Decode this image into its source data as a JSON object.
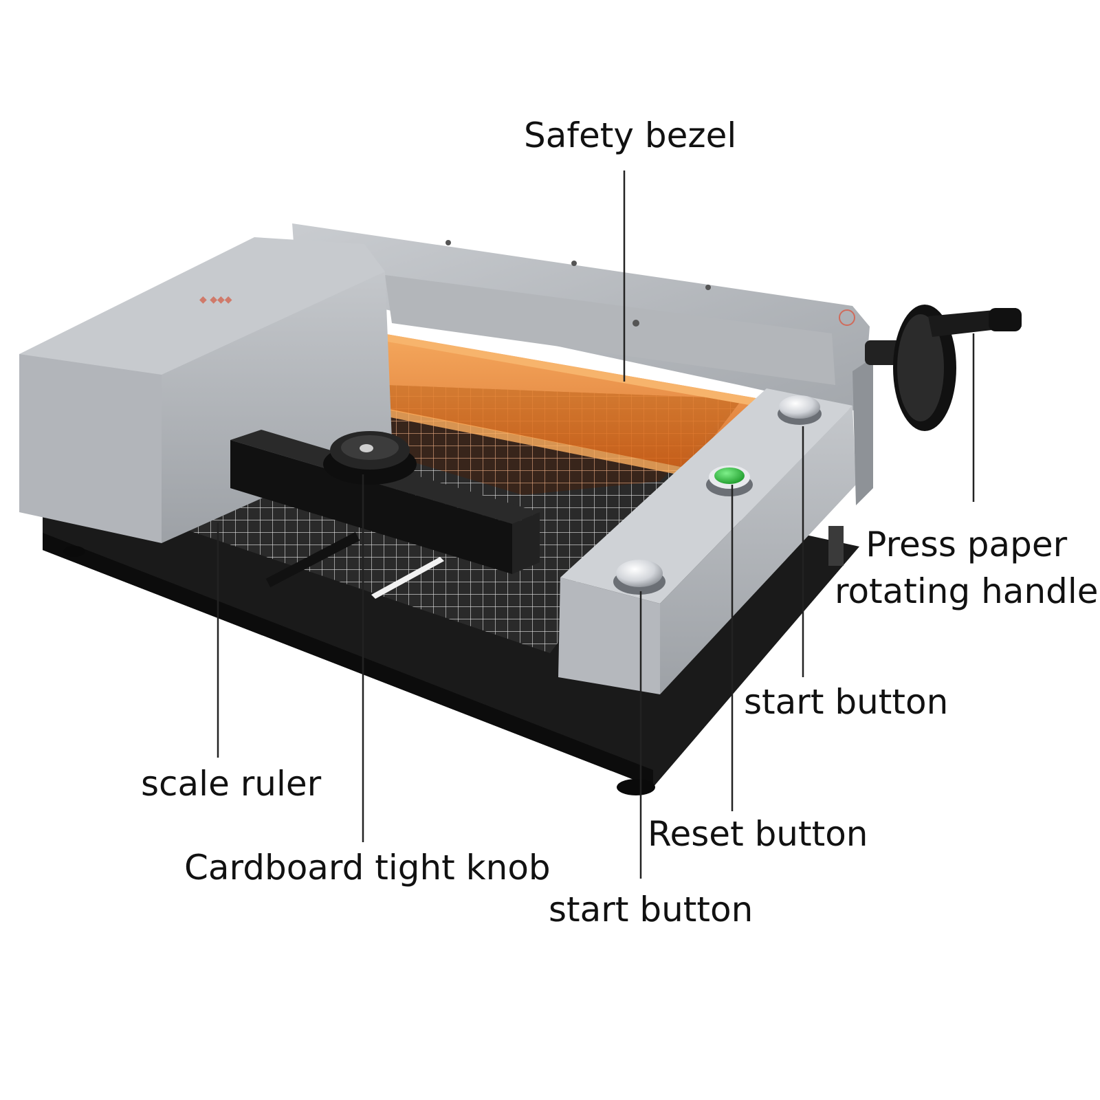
{
  "labels": {
    "safety_bezel": "Safety bezel",
    "press_handle_line1": "Press paper",
    "press_handle_line2": "rotating handle",
    "start_button_right": "start button",
    "scale_ruler": "scale ruler",
    "reset_button": "Reset button",
    "cardboard_knob": "Cardboard tight knob",
    "start_button_bottom": "start button"
  },
  "colors": {
    "background": "#ffffff",
    "text": "#111111",
    "leader_line": "#222222",
    "body_grey": "#b9bcc0",
    "base_black": "#1a1a1a",
    "safety_bezel_orange": "#e8832a",
    "reset_button_green": "#2fbf3a",
    "button_silver": "#dadde1"
  },
  "icons": [
    "handle-icon",
    "knob-icon",
    "reset-button-icon",
    "start-button-icon"
  ]
}
